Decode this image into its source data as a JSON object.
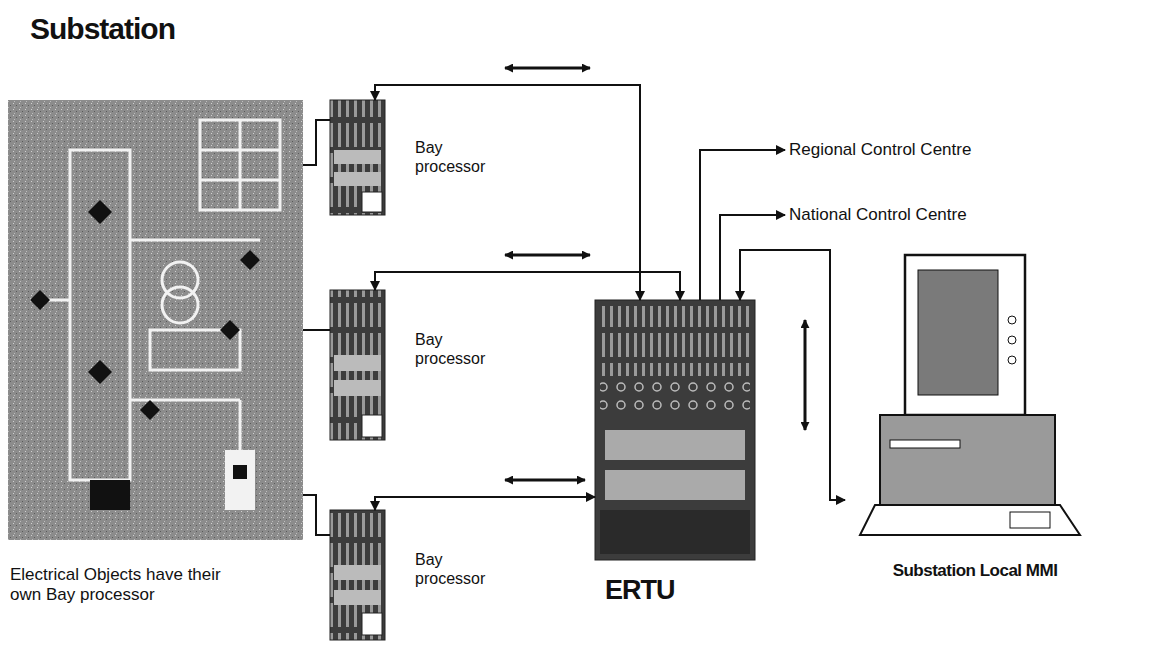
{
  "diagram": {
    "nodes": [
      {
        "text": [
          "Substation",
          "Electrical Objects have their own Bay processor"
        ]
      },
      {
        "text": [
          "Bay processor"
        ]
      },
      {
        "text": [
          "Bay processor"
        ]
      },
      {
        "text": [
          "Bay processor"
        ]
      },
      {
        "text": [
          "ERTU"
        ]
      },
      {
        "text": [
          "Regional Control Centre"
        ]
      },
      {
        "text": [
          "National Control Centre"
        ]
      },
      {
        "text": [
          "Substation Local MMI"
        ]
      }
    ],
    "edges": [
      {
        "from": 0,
        "to": 1,
        "arrow": "none"
      },
      {
        "from": 0,
        "to": 2,
        "arrow": "none"
      },
      {
        "from": 0,
        "to": 3,
        "arrow": "none"
      },
      {
        "from": 1,
        "to": 4,
        "arrow": "both"
      },
      {
        "from": 2,
        "to": 4,
        "arrow": "both"
      },
      {
        "from": 3,
        "to": 4,
        "arrow": "both"
      },
      {
        "from": 4,
        "to": 5,
        "arrow": "to"
      },
      {
        "from": 4,
        "to": 6,
        "arrow": "to"
      },
      {
        "from": 4,
        "to": 7,
        "arrow": "both"
      }
    ]
  }
}
